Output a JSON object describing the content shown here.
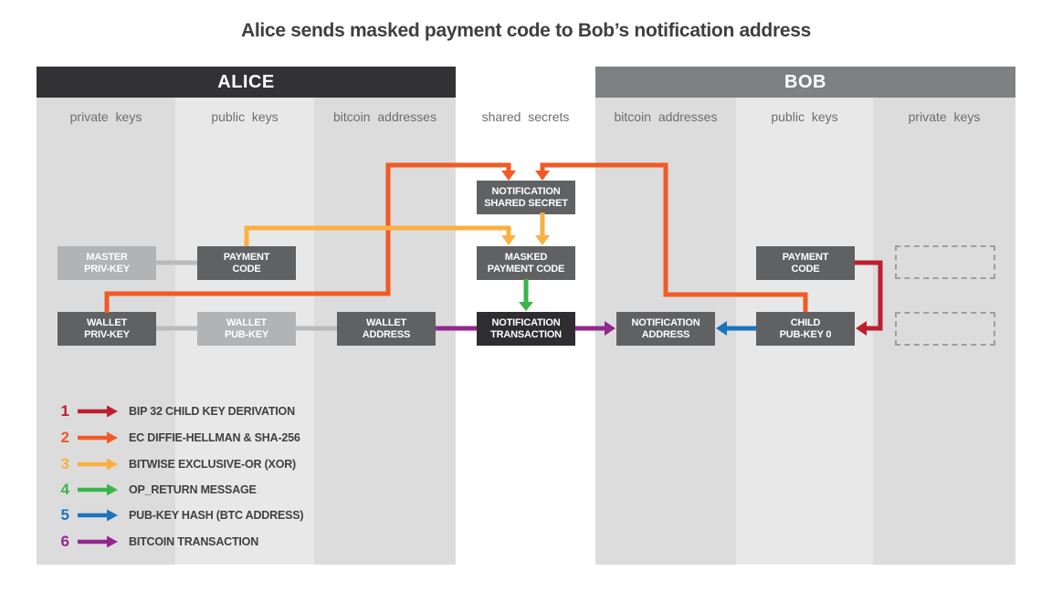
{
  "title": "Alice sends masked payment code to Bob’s notification address",
  "palette": {
    "red": "#be1e2d",
    "orange": "#f15a24",
    "yellow": "#fbb040",
    "green": "#3ab54a",
    "blue": "#1b75bc",
    "purple": "#92278f",
    "connector_gray": "#b9babc",
    "alice_header_bg": "#323234",
    "bob_header_bg": "#7f8082",
    "column_dark": "#dcdcdd",
    "column_light": "#e8e8e9",
    "box_dark": "#606163",
    "box_light": "#b2b3b5",
    "box_black": "#2e2e30"
  },
  "alice": {
    "header": "ALICE",
    "columns": [
      "private keys",
      "public keys",
      "bitcoin addresses"
    ]
  },
  "shared_column_label": "shared secrets",
  "bob": {
    "header": "BOB",
    "columns": [
      "bitcoin addresses",
      "public keys",
      "private keys"
    ]
  },
  "boxes": {
    "master_priv_key": {
      "line1": "MASTER",
      "line2": "PRIV-KEY"
    },
    "payment_code_alice": {
      "line1": "PAYMENT",
      "line2": "CODE"
    },
    "wallet_priv_key": {
      "line1": "WALLET",
      "line2": "PRIV-KEY"
    },
    "wallet_pub_key": {
      "line1": "WALLET",
      "line2": "PUB-KEY"
    },
    "wallet_address": {
      "line1": "WALLET",
      "line2": "ADDRESS"
    },
    "notification_shared_secret": {
      "line1": "NOTIFICATION",
      "line2": "SHARED SECRET"
    },
    "masked_payment_code": {
      "line1": "MASKED",
      "line2": "PAYMENT CODE"
    },
    "notification_transaction": {
      "line1": "NOTIFICATION",
      "line2": "TRANSACTION"
    },
    "notification_address": {
      "line1": "NOTIFICATION",
      "line2": "ADDRESS"
    },
    "child_pub_key_0": {
      "line1": "CHILD",
      "line2": "PUB-KEY 0"
    },
    "payment_code_bob": {
      "line1": "PAYMENT",
      "line2": "CODE"
    }
  },
  "legend": {
    "items": [
      {
        "number": "1",
        "label": "BIP 32 CHILD KEY DERIVATION",
        "color": "#be1e2d"
      },
      {
        "number": "2",
        "label": "EC DIFFIE-HELLMAN & SHA-256",
        "color": "#f15a24"
      },
      {
        "number": "3",
        "label": "BITWISE EXCLUSIVE-OR (XOR)",
        "color": "#fbb040"
      },
      {
        "number": "4",
        "label": "OP_RETURN MESSAGE",
        "color": "#3ab54a"
      },
      {
        "number": "5",
        "label": "PUB-KEY HASH (BTC ADDRESS)",
        "color": "#1b75bc"
      },
      {
        "number": "6",
        "label": "BITCOIN TRANSACTION",
        "color": "#92278f"
      }
    ]
  }
}
